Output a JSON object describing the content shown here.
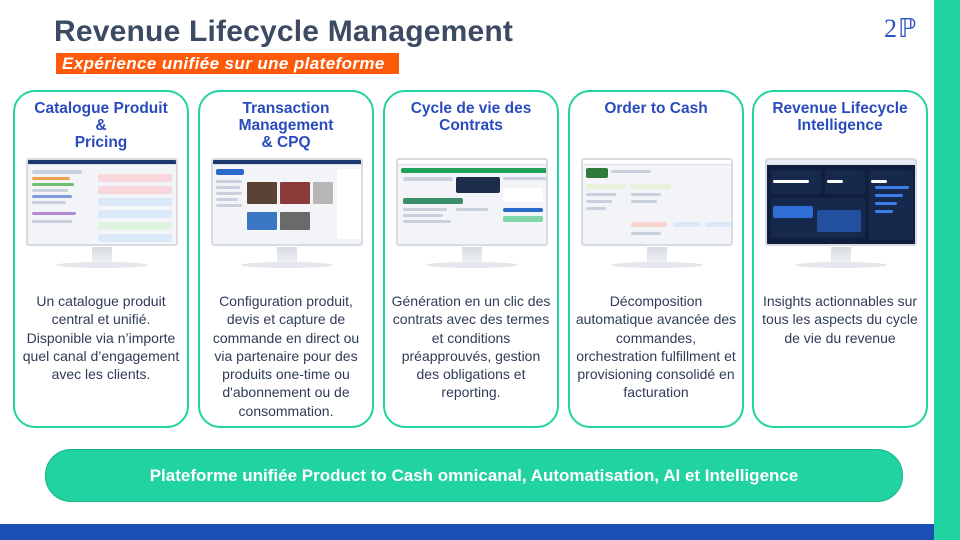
{
  "header": {
    "title": "Revenue Lifecycle Management",
    "subtitle": "Expérience unifiée sur une plateforme",
    "logo_text": "2ℙ"
  },
  "cards": [
    {
      "title": "Catalogue Produit\n&\nPricing",
      "description": "Un catalogue produit central et unifié. Disponible via n’importe quel canal d’engagement avec les clients.",
      "screen": "product-catalog-screenshot"
    },
    {
      "title": "Transaction\nManagement\n& CPQ",
      "description": "Configuration produit, devis et capture de commande en direct ou via partenaire pour des produits one-time ou d'abonnement ou de consommation.",
      "screen": "cpq-screenshot"
    },
    {
      "title": "Cycle de vie des\nContrats",
      "description": "Génération en un clic des contrats avec des termes et conditions préapprouvés, gestion des obligations et reporting.",
      "screen": "contracts-screenshot"
    },
    {
      "title": "Order to Cash",
      "description": "Décomposition automatique avancée des commandes, orchestration fulfillment et provisioning consolidé en facturation",
      "screen": "order-to-cash-screenshot"
    },
    {
      "title": "Revenue Lifecycle\nIntelligence",
      "description": "Insights actionnables sur tous les aspects du cycle de vie du revenue",
      "screen": "intelligence-dashboard-screenshot"
    }
  ],
  "platform_banner": "Plateforme unifiée Product to Cash omnicanal, Automatisation, AI et Intelligence",
  "colors": {
    "accent_green": "#20d3a0",
    "title_blue": "#2a4bbd",
    "subtitle_orange": "#ff5a0a",
    "footer_blue": "#1b4fb5",
    "heading_gray": "#3d4a63"
  }
}
